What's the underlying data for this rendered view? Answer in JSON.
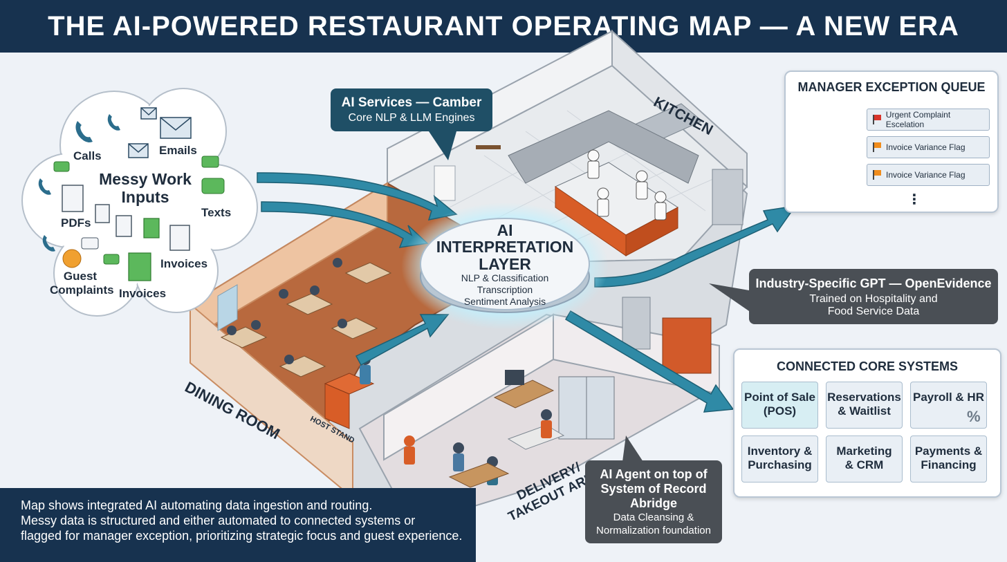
{
  "title": "THE AI-POWERED RESTAURANT OPERATING MAP — A NEW ERA",
  "inputs_cloud": {
    "heading_line1": "Messy Work",
    "heading_line2": "Inputs",
    "calls": "Calls",
    "emails": "Emails",
    "texts": "Texts",
    "pdfs": "PDFs",
    "invoices_right": "Invoices",
    "guest_complaints_line1": "Guest",
    "guest_complaints_line2": "Complaints",
    "invoices_bottom": "Invoices"
  },
  "ai_services": {
    "heading": "AI Services — Camber",
    "sub": "Core NLP & LLM Engines"
  },
  "interpretation_layer": {
    "line1": "AI",
    "line2": "INTERPRETATION",
    "line3": "LAYER",
    "sub1": "NLP & Classification",
    "sub2": "Transcription",
    "sub3": "Sentiment Analysis"
  },
  "rooms": {
    "kitchen": "KITCHEN",
    "dining": "DINING ROOM",
    "host_stand": "HOST STAND",
    "delivery_line1": "DELIVERY/",
    "delivery_line2": "TAKEOUT AREA"
  },
  "exception_queue": {
    "heading": "MANAGER EXCEPTION QUEUE",
    "items": [
      {
        "label": "Urgent Complaint Escelation",
        "flag_color": "#d9352b"
      },
      {
        "label": "Invoice Variance Flag",
        "flag_color": "#f08c1c"
      },
      {
        "label": "Invoice Variance Flag",
        "flag_color": "#f08c1c"
      }
    ],
    "more": "⋮"
  },
  "industry_gpt": {
    "heading": "Industry-Specific GPT — OpenEvidence",
    "sub1": "Trained on Hospitality and",
    "sub2": "Food Service Data"
  },
  "core_systems": {
    "heading": "CONNECTED CORE SYSTEMS",
    "items": [
      {
        "label": "Point of Sale (POS)",
        "line1": "Point of Sale",
        "line2": "(POS)",
        "icon": "trend-icon",
        "highlight": true
      },
      {
        "label": "Reservations & Waitlist",
        "line1": "Reservations",
        "line2": "& Waitlist",
        "icon": "",
        "highlight": false
      },
      {
        "label": "Payroll & HR",
        "line1": "Payroll & HR",
        "line2": "",
        "icon": "payroll-chart-icon",
        "highlight": false
      },
      {
        "label": "Inventory & Purchasing",
        "line1": "Inventory &",
        "line2": "Purchasing",
        "icon": "",
        "highlight": false
      },
      {
        "label": "Marketing & CRM",
        "line1": "Marketing",
        "line2": "& CRM",
        "icon": "bar-chart-icon",
        "highlight": false
      },
      {
        "label": "Payments & Financing",
        "line1": "Payments &",
        "line2": "Financing",
        "icon": "",
        "highlight": false
      }
    ],
    "percent_glyph": "%"
  },
  "ai_agent": {
    "line1": "AI Agent on top of",
    "line2": "System of Record",
    "line3": "Abridge",
    "sub1": "Data Cleansing &",
    "sub2": "Normalization foundation"
  },
  "bottom_note": {
    "line1": "Map shows integrated AI automating data ingestion and routing.",
    "line2": "Messy data is structured and either automated to connected systems or",
    "line3": "flagged for manager exception, prioritizing strategic focus and guest experience."
  },
  "colors": {
    "navy": "#17324f",
    "teal_callout": "#1f4f66",
    "dark_callout": "#4a4f55",
    "arrow_teal": "#2f8aa6",
    "dining_floor": "#b8693e",
    "kitchen_counter": "#d85d27"
  }
}
